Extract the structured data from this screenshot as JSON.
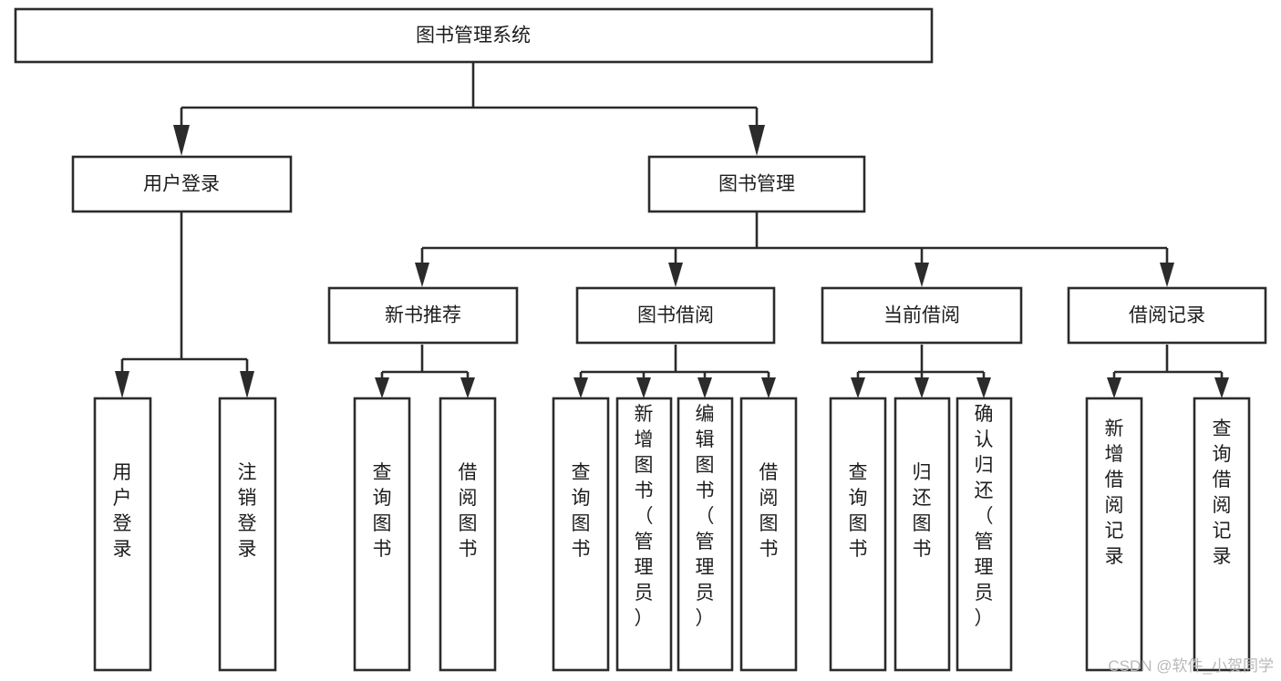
{
  "diagram": {
    "type": "tree-hierarchy",
    "title": "图书管理系统",
    "background_color": "#ffffff",
    "box_fill": "#ffffff",
    "box_border_color": "#2b2b2b",
    "text_color": "#1d1d1d",
    "nodes": {
      "root": {
        "label": "图书管理系统",
        "orientation": "horizontal"
      },
      "user_login": {
        "label": "用户登录",
        "orientation": "horizontal"
      },
      "book_mgmt": {
        "label": "图书管理",
        "orientation": "horizontal"
      },
      "new_book_rec": {
        "label": "新书推荐",
        "orientation": "horizontal"
      },
      "book_borrow": {
        "label": "图书借阅",
        "orientation": "horizontal"
      },
      "current_borrow": {
        "label": "当前借阅",
        "orientation": "horizontal"
      },
      "borrow_record": {
        "label": "借阅记录",
        "orientation": "horizontal"
      },
      "leaf_user_login": {
        "label": "用户登录",
        "orientation": "vertical"
      },
      "leaf_logout": {
        "label": "注销登录",
        "orientation": "vertical"
      },
      "leaf_query_book_1": {
        "label": "查询图书",
        "orientation": "vertical"
      },
      "leaf_borrow_book_1": {
        "label": "借阅图书",
        "orientation": "vertical"
      },
      "leaf_query_book_2": {
        "label": "查询图书",
        "orientation": "vertical"
      },
      "leaf_add_book": {
        "label": "新增图书（管理员）",
        "orientation": "vertical"
      },
      "leaf_edit_book": {
        "label": "编辑图书（管理员）",
        "orientation": "vertical"
      },
      "leaf_borrow_book_2": {
        "label": "借阅图书",
        "orientation": "vertical"
      },
      "leaf_query_book_3": {
        "label": "查询图书",
        "orientation": "vertical"
      },
      "leaf_return_book": {
        "label": "归还图书",
        "orientation": "vertical"
      },
      "leaf_confirm_return": {
        "label": "确认归还（管理员）",
        "orientation": "vertical"
      },
      "leaf_add_record": {
        "label": "新增借阅记录",
        "orientation": "vertical"
      },
      "leaf_query_record": {
        "label": "查询借阅记录",
        "orientation": "vertical"
      }
    },
    "edges": [
      {
        "from": "root",
        "to": "user_login"
      },
      {
        "from": "root",
        "to": "book_mgmt"
      },
      {
        "from": "user_login",
        "to": "leaf_user_login"
      },
      {
        "from": "user_login",
        "to": "leaf_logout"
      },
      {
        "from": "book_mgmt",
        "to": "new_book_rec"
      },
      {
        "from": "book_mgmt",
        "to": "book_borrow"
      },
      {
        "from": "book_mgmt",
        "to": "current_borrow"
      },
      {
        "from": "book_mgmt",
        "to": "borrow_record"
      },
      {
        "from": "new_book_rec",
        "to": "leaf_query_book_1"
      },
      {
        "from": "new_book_rec",
        "to": "leaf_borrow_book_1"
      },
      {
        "from": "book_borrow",
        "to": "leaf_query_book_2"
      },
      {
        "from": "book_borrow",
        "to": "leaf_add_book"
      },
      {
        "from": "book_borrow",
        "to": "leaf_edit_book"
      },
      {
        "from": "book_borrow",
        "to": "leaf_borrow_book_2"
      },
      {
        "from": "current_borrow",
        "to": "leaf_query_book_3"
      },
      {
        "from": "current_borrow",
        "to": "leaf_return_book"
      },
      {
        "from": "current_borrow",
        "to": "leaf_confirm_return"
      },
      {
        "from": "borrow_record",
        "to": "leaf_add_record"
      },
      {
        "from": "borrow_record",
        "to": "leaf_query_record"
      }
    ]
  },
  "watermark": {
    "text": "CSDN @软件_小贺同学"
  }
}
